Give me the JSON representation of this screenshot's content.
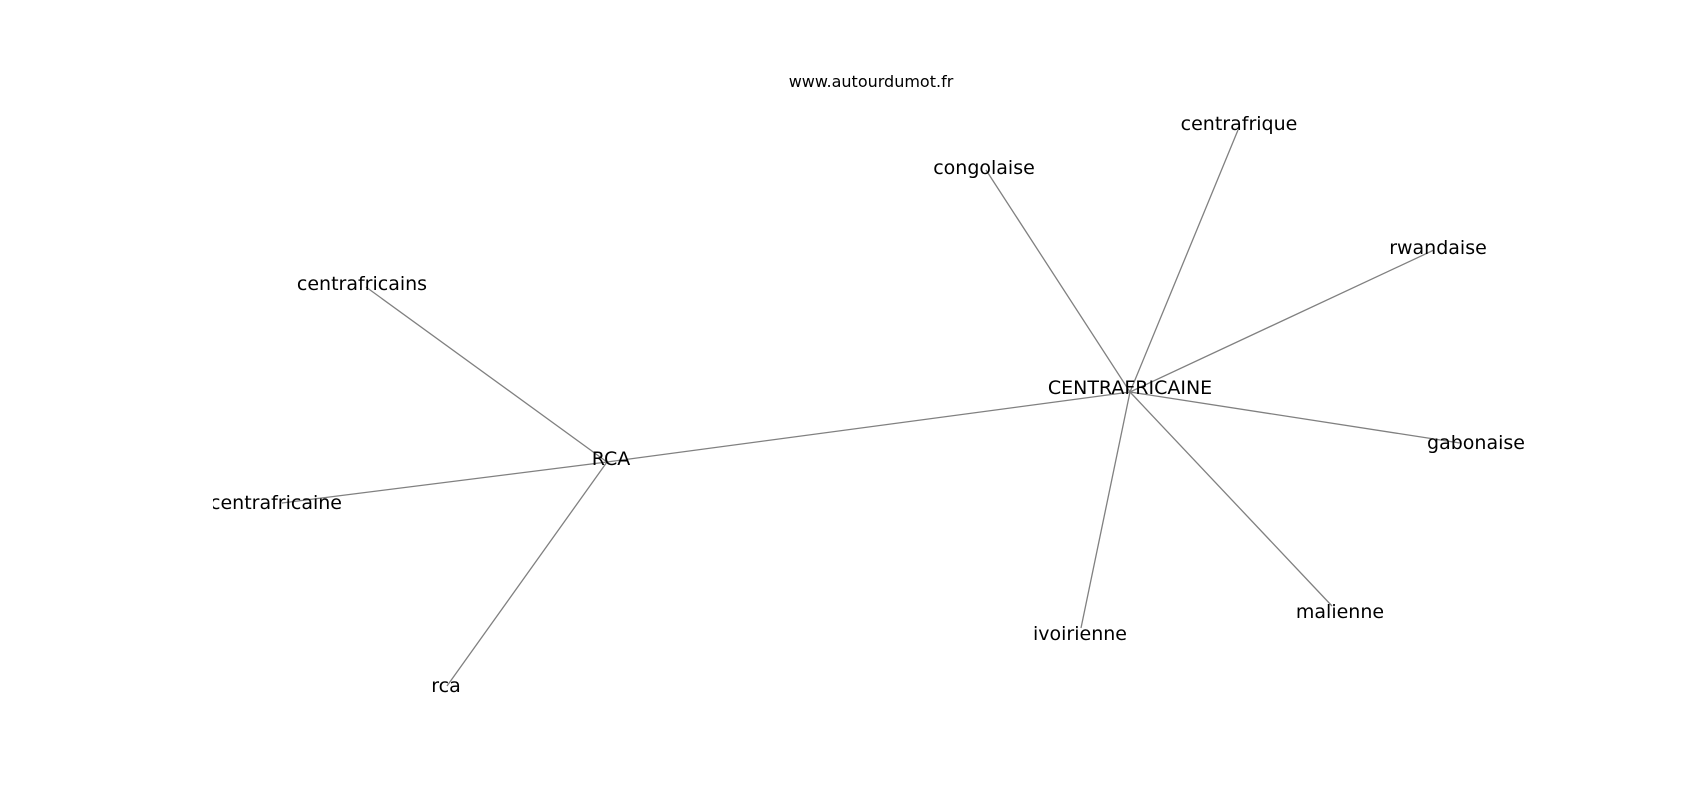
{
  "source": "www.autourdumot.fr",
  "graph": {
    "nodes": [
      {
        "id": "CENTRAFRICAINE",
        "label": "CENTRAFRICAINE"
      },
      {
        "id": "RCA",
        "label": "RCA"
      },
      {
        "id": "centrafrique",
        "label": "centrafrique"
      },
      {
        "id": "congolaise",
        "label": "congolaise"
      },
      {
        "id": "rwandaise",
        "label": "rwandaise"
      },
      {
        "id": "gabonaise",
        "label": "gabonaise"
      },
      {
        "id": "malienne",
        "label": "malienne"
      },
      {
        "id": "ivoirienne",
        "label": "ivoirienne"
      },
      {
        "id": "centrafricains",
        "label": "centrafricains"
      },
      {
        "id": "centrafricaine",
        "label": "centrafricaine"
      },
      {
        "id": "rca",
        "label": "rca"
      }
    ],
    "edges": [
      {
        "from": "CENTRAFRICAINE",
        "to": "centrafrique"
      },
      {
        "from": "CENTRAFRICAINE",
        "to": "congolaise"
      },
      {
        "from": "CENTRAFRICAINE",
        "to": "rwandaise"
      },
      {
        "from": "CENTRAFRICAINE",
        "to": "gabonaise"
      },
      {
        "from": "CENTRAFRICAINE",
        "to": "malienne"
      },
      {
        "from": "CENTRAFRICAINE",
        "to": "ivoirienne"
      },
      {
        "from": "CENTRAFRICAINE",
        "to": "RCA"
      },
      {
        "from": "RCA",
        "to": "centrafricains"
      },
      {
        "from": "RCA",
        "to": "centrafricaine"
      },
      {
        "from": "RCA",
        "to": "rca"
      }
    ]
  }
}
